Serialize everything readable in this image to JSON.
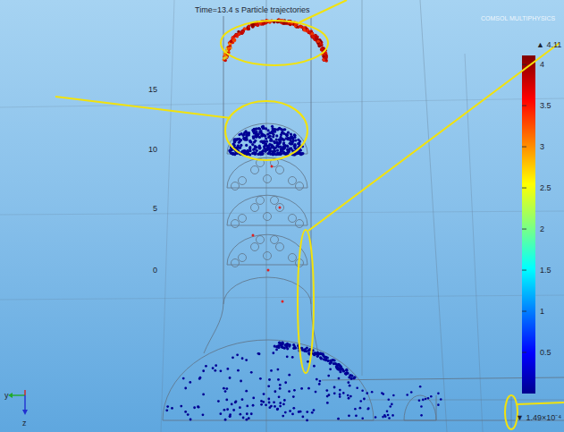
{
  "diagram": {
    "title": "Time=13.4 s  Particle trajectories",
    "labels": [
      "COMSOL MULTIPHYSICS",
      "▲ 4.11",
      "4",
      "3.5",
      "3",
      "2.5",
      "2",
      "1.5",
      "1",
      "0.5",
      "▼ 1.49×10⁻⁴",
      "15",
      "10",
      "5",
      "0",
      "y",
      "z"
    ]
  }
}
